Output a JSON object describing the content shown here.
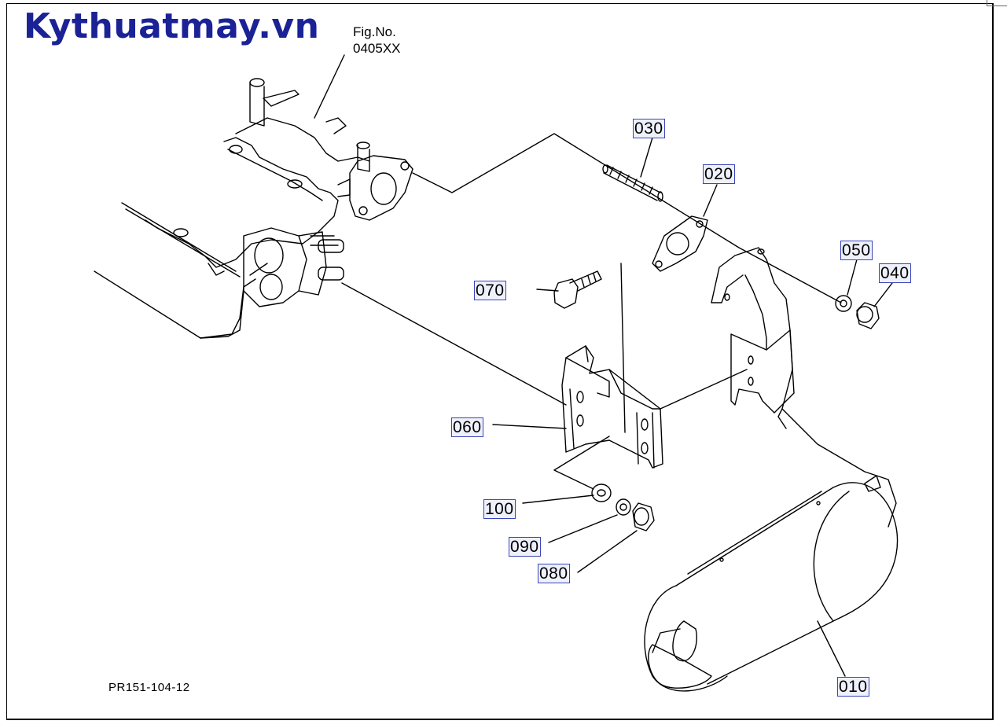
{
  "watermark": "Kythuatmay.vn",
  "figure": {
    "caption": "Fig.No.",
    "number": "0405XX"
  },
  "drawing_code": "PR151-104-12",
  "parts": [
    {
      "id": "010"
    },
    {
      "id": "020"
    },
    {
      "id": "030"
    },
    {
      "id": "040"
    },
    {
      "id": "050"
    },
    {
      "id": "060"
    },
    {
      "id": "070"
    },
    {
      "id": "080"
    },
    {
      "id": "090"
    },
    {
      "id": "100"
    }
  ],
  "colors": {
    "watermark": "#1a2296",
    "label_border": "#3a46b8",
    "label_fill": "#eef0fb",
    "line": "#000000"
  }
}
